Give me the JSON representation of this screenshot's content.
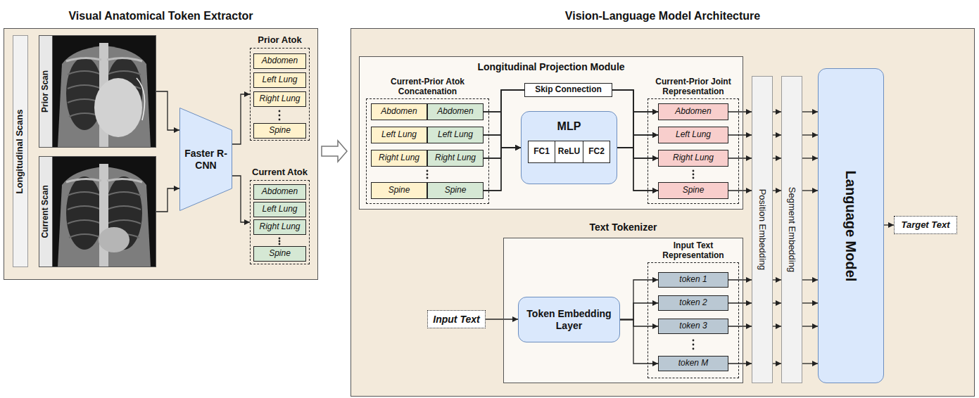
{
  "diagram": {
    "nodes": [
      {
        "text": [
          "Visual Anatomical Token Extractor"
        ]
      },
      {
        "text": [
          "Longitudinal Scans"
        ],
        "in": 0
      },
      {
        "text": [
          "Prior Scan"
        ],
        "in": 0
      },
      {
        "text": [
          "Current Scan"
        ],
        "in": 0
      },
      {
        "text": [
          "Faster R-CNN"
        ],
        "in": 0
      },
      {
        "text": [
          "Prior Atok"
        ],
        "in": 0
      },
      {
        "text": [
          "Abdomen"
        ],
        "in": 5
      },
      {
        "text": [
          "Left Lung"
        ],
        "in": 5
      },
      {
        "text": [
          "Right Lung"
        ],
        "in": 5
      },
      {
        "text": [
          "Spine"
        ],
        "in": 5
      },
      {
        "text": [
          "Current Atok"
        ],
        "in": 0
      },
      {
        "text": [
          "Abdomen"
        ],
        "in": 10
      },
      {
        "text": [
          "Left Lung"
        ],
        "in": 10
      },
      {
        "text": [
          "Right Lung"
        ],
        "in": 10
      },
      {
        "text": [
          "Spine"
        ],
        "in": 10
      },
      {
        "text": [
          "Vision-Language Model Architecture"
        ]
      },
      {
        "text": [
          "Longitudinal Projection Module"
        ],
        "in": 15
      },
      {
        "text": [
          "Current-Prior Atok Concatenation"
        ],
        "in": 16
      },
      {
        "text": [
          "Abdomen"
        ],
        "in": 17
      },
      {
        "text": [
          "Abdomen"
        ],
        "in": 17
      },
      {
        "text": [
          "Left Lung"
        ],
        "in": 17
      },
      {
        "text": [
          "Left Lung"
        ],
        "in": 17
      },
      {
        "text": [
          "Right Lung"
        ],
        "in": 17
      },
      {
        "text": [
          "Right Lung"
        ],
        "in": 17
      },
      {
        "text": [
          "Spine"
        ],
        "in": 17
      },
      {
        "text": [
          "Spine"
        ],
        "in": 17
      },
      {
        "text": [
          "Skip Connection"
        ],
        "in": 16
      },
      {
        "text": [
          "MLP"
        ],
        "in": 16
      },
      {
        "text": [
          "FC1"
        ],
        "in": 27
      },
      {
        "text": [
          "ReLU"
        ],
        "in": 27
      },
      {
        "text": [
          "FC2"
        ],
        "in": 27
      },
      {
        "text": [
          "Current-Prior Joint Representation"
        ],
        "in": 16
      },
      {
        "text": [
          "Abdomen"
        ],
        "in": 31
      },
      {
        "text": [
          "Left Lung"
        ],
        "in": 31
      },
      {
        "text": [
          "Right Lung"
        ],
        "in": 31
      },
      {
        "text": [
          "Spine"
        ],
        "in": 31
      },
      {
        "text": [
          "Text Tokenizer"
        ],
        "in": 15
      },
      {
        "text": [
          "Token Embedding Layer"
        ],
        "in": 36
      },
      {
        "text": [
          "Input Text Representation"
        ],
        "in": 36
      },
      {
        "text": [
          "token 1"
        ],
        "in": 38
      },
      {
        "text": [
          "token 2"
        ],
        "in": 38
      },
      {
        "text": [
          "token 3"
        ],
        "in": 38
      },
      {
        "text": [
          "token M"
        ],
        "in": 38
      },
      {
        "text": [
          "Input Text"
        ],
        "in": 15
      },
      {
        "text": [
          "Position Embedding"
        ],
        "in": 15
      },
      {
        "text": [
          "Segment Embedding"
        ],
        "in": 15
      },
      {
        "text": [
          "Language Model"
        ],
        "in": 15
      },
      {
        "text": [
          "Target Text"
        ],
        "in": 15
      }
    ],
    "edges": [
      {
        "from": 2,
        "to": 4,
        "arrow": "to"
      },
      {
        "from": 3,
        "to": 4,
        "arrow": "to"
      },
      {
        "from": 4,
        "to": 5,
        "arrow": "to"
      },
      {
        "from": 4,
        "to": 10,
        "arrow": "to"
      },
      {
        "from": 0,
        "to": 15,
        "arrow": "to"
      },
      {
        "from": 19,
        "to": 27,
        "arrow": "to"
      },
      {
        "from": 21,
        "to": 27,
        "arrow": "to"
      },
      {
        "from": 23,
        "to": 27,
        "arrow": "to"
      },
      {
        "from": 25,
        "to": 27,
        "arrow": "to"
      },
      {
        "from": 19,
        "to": 26,
        "arrow": "none"
      },
      {
        "from": 21,
        "to": 26,
        "arrow": "none"
      },
      {
        "from": 23,
        "to": 26,
        "arrow": "none"
      },
      {
        "from": 25,
        "to": 26,
        "arrow": "none"
      },
      {
        "from": 27,
        "to": 32,
        "arrow": "to"
      },
      {
        "from": 27,
        "to": 33,
        "arrow": "to"
      },
      {
        "from": 27,
        "to": 34,
        "arrow": "to"
      },
      {
        "from": 27,
        "to": 35,
        "arrow": "to"
      },
      {
        "from": 26,
        "to": 32,
        "arrow": "to"
      },
      {
        "from": 26,
        "to": 33,
        "arrow": "to"
      },
      {
        "from": 26,
        "to": 34,
        "arrow": "to"
      },
      {
        "from": 26,
        "to": 35,
        "arrow": "to"
      },
      {
        "from": 32,
        "to": 44,
        "arrow": "to"
      },
      {
        "from": 33,
        "to": 44,
        "arrow": "to"
      },
      {
        "from": 34,
        "to": 44,
        "arrow": "to"
      },
      {
        "from": 35,
        "to": 44,
        "arrow": "to"
      },
      {
        "from": 37,
        "to": 39,
        "arrow": "to"
      },
      {
        "from": 37,
        "to": 40,
        "arrow": "to"
      },
      {
        "from": 37,
        "to": 41,
        "arrow": "to"
      },
      {
        "from": 37,
        "to": 42,
        "arrow": "to"
      },
      {
        "from": 43,
        "to": 37,
        "arrow": "to"
      },
      {
        "from": 39,
        "to": 44,
        "arrow": "to"
      },
      {
        "from": 40,
        "to": 44,
        "arrow": "to"
      },
      {
        "from": 41,
        "to": 44,
        "arrow": "to"
      },
      {
        "from": 42,
        "to": 44,
        "arrow": "to"
      },
      {
        "from": 44,
        "to": 45,
        "arrow": "to"
      },
      {
        "from": 44,
        "to": 45,
        "arrow": "to"
      },
      {
        "from": 44,
        "to": 45,
        "arrow": "to"
      },
      {
        "from": 44,
        "to": 45,
        "arrow": "to"
      },
      {
        "from": 44,
        "to": 45,
        "arrow": "to"
      },
      {
        "from": 44,
        "to": 45,
        "arrow": "to"
      },
      {
        "from": 44,
        "to": 45,
        "arrow": "to"
      },
      {
        "from": 44,
        "to": 45,
        "arrow": "to"
      },
      {
        "from": 45,
        "to": 46,
        "arrow": "to"
      },
      {
        "from": 45,
        "to": 46,
        "arrow": "to"
      },
      {
        "from": 45,
        "to": 46,
        "arrow": "to"
      },
      {
        "from": 45,
        "to": 46,
        "arrow": "to"
      },
      {
        "from": 45,
        "to": 46,
        "arrow": "to"
      },
      {
        "from": 45,
        "to": 46,
        "arrow": "to"
      },
      {
        "from": 45,
        "to": 46,
        "arrow": "to"
      },
      {
        "from": 45,
        "to": 46,
        "arrow": "to"
      },
      {
        "from": 46,
        "to": 47,
        "arrow": "to"
      }
    ]
  }
}
